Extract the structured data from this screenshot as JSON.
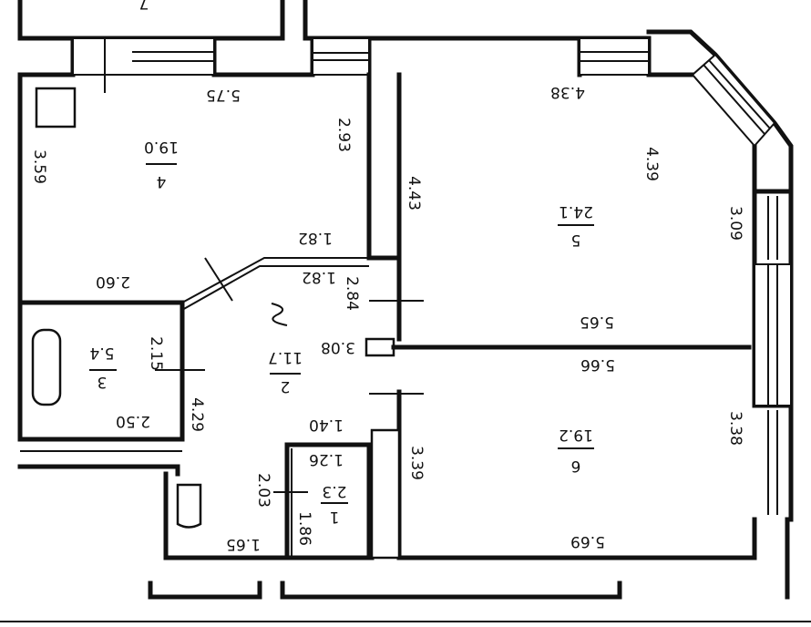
{
  "plan": {
    "top_partial_room": "7",
    "rooms": [
      {
        "number": "4",
        "area": "19.0"
      },
      {
        "number": "5",
        "area": "24.1"
      },
      {
        "number": "3",
        "area": "5.4"
      },
      {
        "number": "2",
        "area": "11.7"
      },
      {
        "number": "1",
        "area": "2.3"
      },
      {
        "number": "6",
        "area": "19.2"
      }
    ],
    "dimensions": [
      "5.75",
      "3.59",
      "2.93",
      "4.38",
      "4.43",
      "4.39",
      "3.09",
      "1.82",
      "1.82",
      "2.60",
      "2.84",
      "5.65",
      "3.08",
      "5.66",
      "2.15",
      "4.29",
      "2.50",
      "1.40",
      "1.26",
      "2.03",
      "1.86",
      "3.39",
      "3.38",
      "1.65",
      "5.69"
    ]
  }
}
